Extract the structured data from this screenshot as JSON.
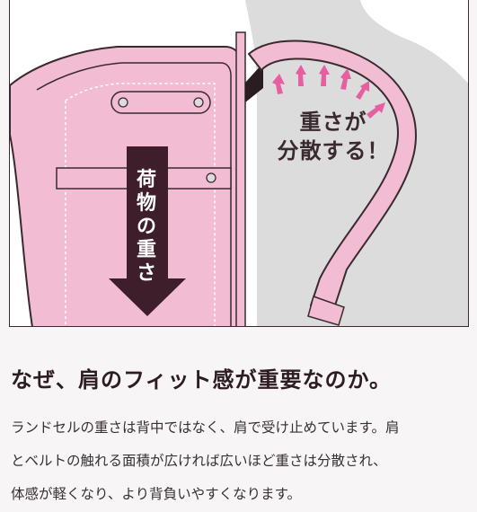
{
  "illustration": {
    "weight_label": [
      "荷",
      "物",
      "の",
      "重",
      "さ"
    ],
    "spread_label": [
      "重さが",
      "分散する！"
    ]
  },
  "heading": "なぜ、肩のフィット感が重要なのか。",
  "paragraph_lines": [
    "ランドセルの重さは背中ではなく、肩で受け止めています。肩",
    "とベルトの触れる面積が広ければ広いほど重さは分散され、",
    "体感が軽くなり、より背負いやすくなります。"
  ],
  "colors": {
    "bag_pink": "#f2bcd3",
    "arrow_dark": "#3d1e2a",
    "body_gray": "#dddddd",
    "text_dark": "#2d1c22"
  }
}
